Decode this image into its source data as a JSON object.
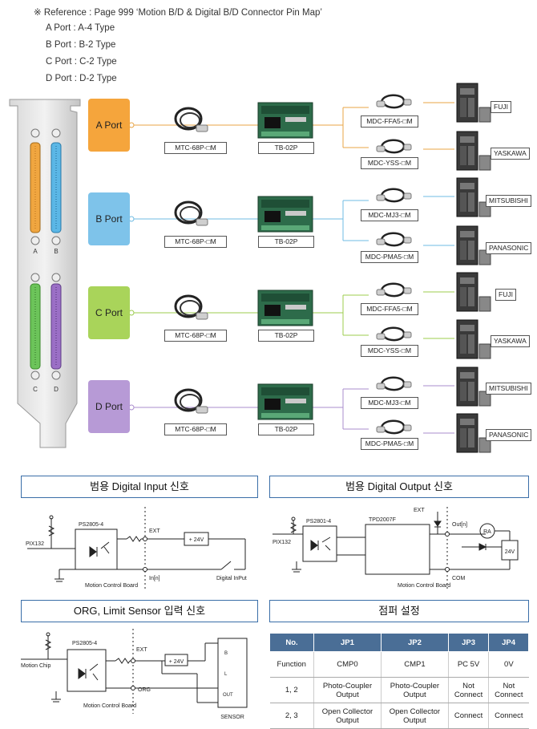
{
  "reference": {
    "line": "※ Reference : Page 999 ‘Motion B/D & Digital B/D Connector Pin Map’",
    "ports": [
      "A Port : A-4 Type",
      "B Port : B-2 Type",
      "C Port : C-2 Type",
      "D Port : D-2 Type"
    ]
  },
  "bracket": {
    "letters": [
      "A",
      "B",
      "C",
      "D"
    ]
  },
  "rows": [
    {
      "port": "A Port",
      "color": "#f5a53c",
      "cable": "MTC-68P-□M",
      "terminal": "TB-02P",
      "drives": [
        {
          "cable": "MDC-FFA5-□M",
          "brand": "FUJI"
        },
        {
          "cable": "MDC-YSS-□M",
          "brand": "YASKAWA"
        }
      ]
    },
    {
      "port": "B Port",
      "color": "#7ec3ea",
      "cable": "MTC-68P-□M",
      "terminal": "TB-02P",
      "drives": [
        {
          "cable": "MDC-MJ3-□M",
          "brand": "MITSUBISHI"
        },
        {
          "cable": "MDC-PMA5-□M",
          "brand": "PANASONIC"
        }
      ]
    },
    {
      "port": "C Port",
      "color": "#a9d45a",
      "cable": "MTC-68P-□M",
      "terminal": "TB-02P",
      "drives": [
        {
          "cable": "MDC-FFA5-□M",
          "brand": "FUJI"
        },
        {
          "cable": "MDC-YSS-□M",
          "brand": "YASKAWA"
        }
      ]
    },
    {
      "port": "D Port",
      "color": "#b79ad6",
      "cable": "MTC-68P-□M",
      "terminal": "TB-02P",
      "drives": [
        {
          "cable": "MDC-MJ3-□M",
          "brand": "MITSUBISHI"
        },
        {
          "cable": "MDC-PMA5-□M",
          "brand": "PANASONIC"
        }
      ]
    }
  ],
  "sections": {
    "digital_input": {
      "title": "범용 Digital Input 신호",
      "labels": {
        "chip": "PS2805-4",
        "signal": "PIX132",
        "ext": "EXT",
        "volt": "+ 24V",
        "board": "Motion Control Board",
        "in": "In[n]",
        "switch": "Digital InPut"
      }
    },
    "digital_output": {
      "title": "범용 Digital Output 신호",
      "labels": {
        "chip": "PS2801-4",
        "driver": "TPD2007F",
        "signal": "PIX132",
        "ext": "EXT",
        "out": "Out[n]",
        "load": "RA",
        "volt": "24V",
        "board": "Motion Control Board",
        "com": "COM"
      }
    },
    "limit": {
      "title": "ORG, Limit Sensor 입력 신호",
      "labels": {
        "chip": "PS2805-4",
        "signal": "Motion Chip",
        "ext": "EXT",
        "volt": "+ 24V",
        "org": "ORG",
        "board": "Motion Control Board",
        "sensor": "SENSOR",
        "pin_b": "B",
        "pin_l": "L",
        "pin_out": "OUT"
      }
    },
    "jumper": {
      "title": "점퍼 설정",
      "headers": [
        "No.",
        "JP1",
        "JP2",
        "JP3",
        "JP4"
      ],
      "rows": [
        [
          "Function",
          "CMP0",
          "CMP1",
          "PC 5V",
          "0V"
        ],
        [
          "1, 2",
          "Photo-Coupler Output",
          "Photo-Coupler Output",
          "Not Connect",
          "Not Connect"
        ],
        [
          "2, 3",
          "Open Collector Output",
          "Open Collector Output",
          "Connect",
          "Connect"
        ]
      ]
    }
  }
}
